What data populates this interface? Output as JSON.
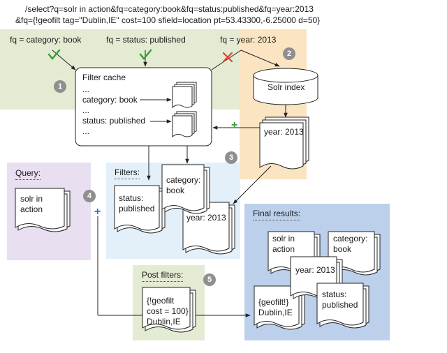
{
  "query_line1": "/select?q=solr in action&fq=category:book&fq=status:published&fq=year:2013",
  "query_line2": "&fq={!geofilt tag=\"Dublin,IE\" cost=100 sfield=location pt=53.43300,-6.25000  d=50}",
  "fq_labels": [
    "fq = category: book",
    "fq = status: published",
    "fq = year: 2013"
  ],
  "fq_marks": [
    "check",
    "check",
    "cross"
  ],
  "filter_cache": {
    "title": "Filter cache",
    "rows": [
      "...",
      "category: book",
      "...",
      "status: published",
      "..."
    ]
  },
  "solr_index": "Solr index",
  "year_doc": "year: 2013",
  "query_box": {
    "title": "Query:",
    "doc": [
      "solr in",
      "action"
    ]
  },
  "filters_box": {
    "title": "Filters:",
    "category": [
      "category:",
      "book"
    ],
    "status": [
      "status:",
      "published"
    ],
    "year": "year: 2013"
  },
  "post_filters": {
    "title": "Post filters:",
    "doc": [
      "{!geofilt",
      "cost = 100}",
      "Dublin,IE"
    ]
  },
  "final_results": {
    "title": "Final results:",
    "solr": [
      "solr in",
      "action"
    ],
    "category": [
      "category:",
      "book"
    ],
    "year": "year: 2013",
    "status": [
      "status:",
      "published"
    ],
    "geo": [
      "{geofilt!}",
      "Dublin,IE"
    ]
  },
  "plus_signs": [
    "+",
    "+"
  ],
  "badges": [
    "1",
    "2",
    "3",
    "4",
    "5"
  ],
  "colors": {
    "green_region": "#e3ebd2",
    "orange_region": "#fbe4c2",
    "blue_region": "#e3f0fa",
    "purple_region": "#e8dff0",
    "final_region": "#bcd0ec",
    "check": "#3aa03a",
    "cross": "#e0413a",
    "badge": "#8f8f8f"
  }
}
